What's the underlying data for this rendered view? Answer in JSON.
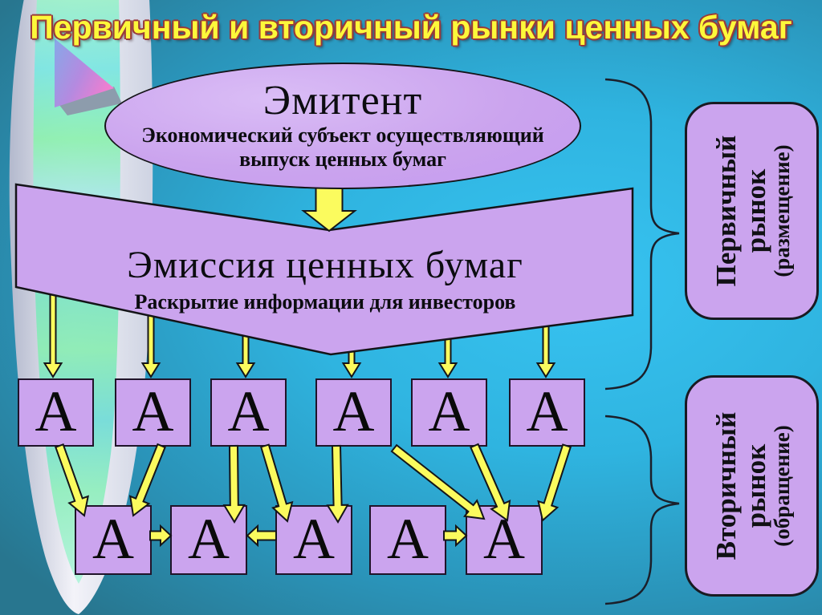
{
  "title": "Первичный и вторичный рынки ценных бумаг",
  "emitter": {
    "name": "Эмитент",
    "description_line1": "Экономический субъект осуществляющий",
    "description_line2": "выпуск ценных бумаг"
  },
  "emission": {
    "name": "Эмиссия ценных бумаг",
    "description": "Раскрытие информации для инвесторов"
  },
  "primary_market_row": {
    "securities": [
      "А",
      "А",
      "А",
      "А",
      "А",
      "А"
    ]
  },
  "secondary_market_row": {
    "securities": [
      "А",
      "А",
      "А",
      "А",
      "А"
    ]
  },
  "side_labels": {
    "primary": {
      "line1": "Первичный",
      "line2": "рынок",
      "line3": "(размещение)"
    },
    "secondary": {
      "line1": "Вторичный",
      "line2": "рынок",
      "line3": "(обращение)"
    }
  },
  "colors": {
    "shape_fill": "#cba4ee",
    "arrow_fill": "#fbfb5e",
    "outline": "#151519",
    "title_color": "#fdf83a",
    "title_outline": "#993a3a",
    "background_center": "#37c3f1",
    "background_edge": "#28768f"
  }
}
